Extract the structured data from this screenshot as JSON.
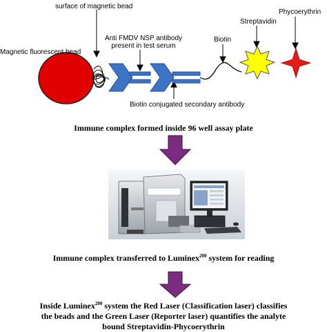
{
  "labels": {
    "surface": "surface of magnetic bead",
    "antibody_line1": "Anti FMDV NSP antibody",
    "antibody_line2": "present in test serum",
    "biotin": "Biotin",
    "streptavidin": "Streptavidin",
    "phycoerythrin": "Phycoerythrin",
    "bead": "Magnetic fluorescent bead",
    "secondary": "Biotin conjugated secondary antibody"
  },
  "steps": {
    "step1": "Immune complex formed inside 96 well assay plate",
    "step2_before": "Immune complex transferred to Luminex",
    "step2_sup": "200",
    "step2_after": " system for reading",
    "step3_line1_before": "Inside Luminex",
    "step3_line1_sup": "200",
    "step3_line1_after": " system the Red Laser (Classification laser) classifies",
    "step3_line2": "the beads and  the Green Laser (Reporter laser) quantifies the analyte",
    "step3_line3": "bound Streptavidin-Phycoerythrin"
  },
  "colors": {
    "bead": "#e00000",
    "chevron": "#3e74c6",
    "arrow": "#7a2c80",
    "star": "#ffff00",
    "cross": "#e81919"
  },
  "icons": [
    "magnetic-bead-icon",
    "antibody-chevron-icon",
    "streptavidin-star-icon",
    "phycoerythrin-star-icon",
    "luminex-instrument-image"
  ]
}
